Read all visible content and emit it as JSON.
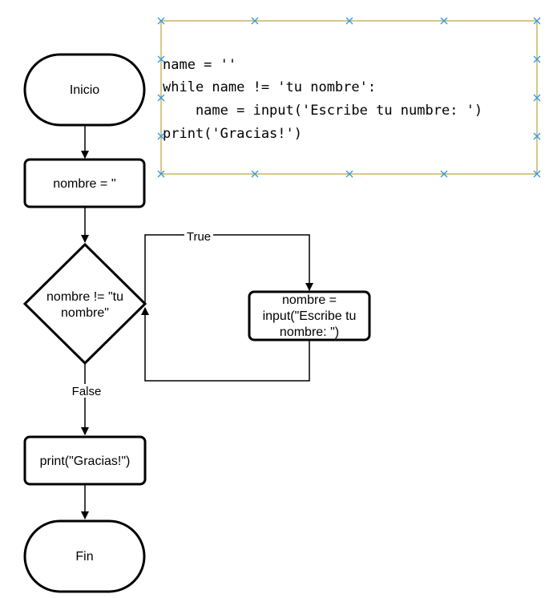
{
  "code_box": {
    "lines": [
      "name = ''",
      "while name != 'tu nombre':",
      "    name = input('Escribe tu numbre: ')",
      "print('Gracias!')"
    ],
    "border_color": "#c8b464",
    "handle_color": "#3399dd"
  },
  "flowchart": {
    "start": "Inicio",
    "assign": "nombre = ''",
    "condition": [
      "nombre != \"tu",
      "nombre\""
    ],
    "loop_body": [
      "nombre =",
      "input(\"Escribe tu",
      "nombre: \")"
    ],
    "print": "print(\"Gracias!\")",
    "end": "Fin",
    "true_label": "True",
    "false_label": "False"
  }
}
